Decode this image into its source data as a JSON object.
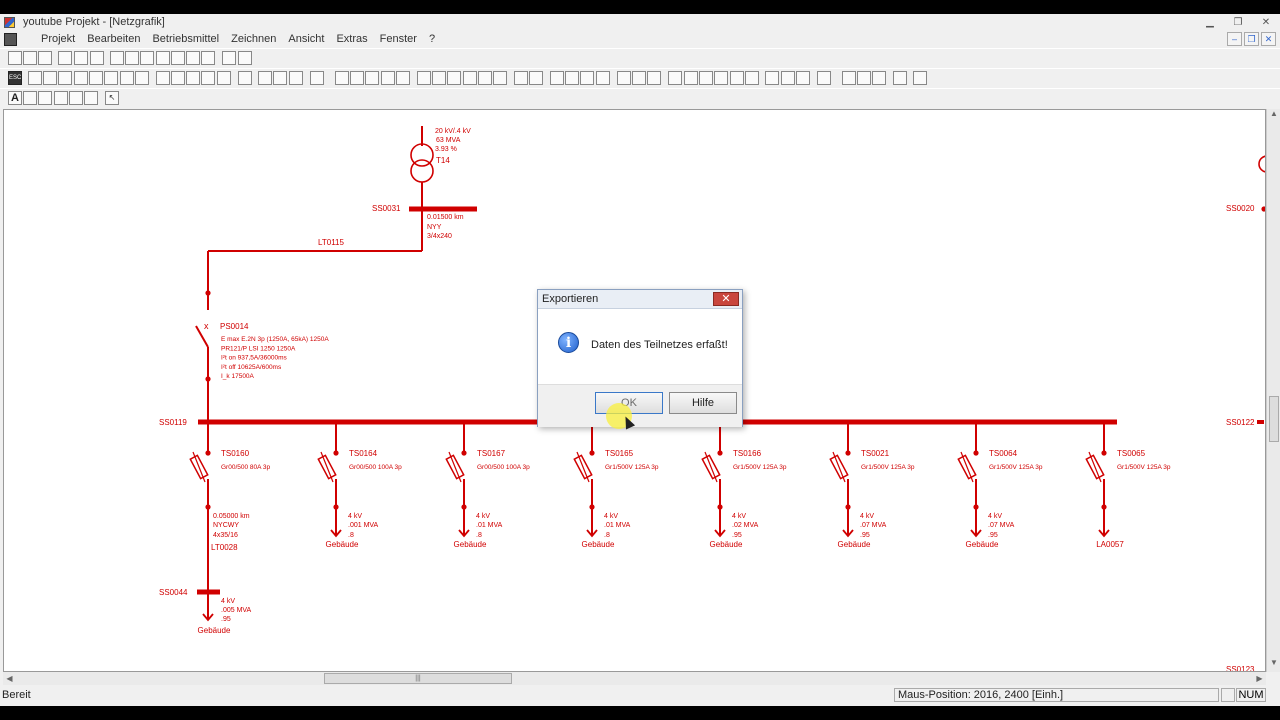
{
  "window": {
    "title": "youtube Projekt - [Netzgrafik]"
  },
  "menu": [
    "Projekt",
    "Bearbeiten",
    "Betriebsmittel",
    "Zeichnen",
    "Ansicht",
    "Extras",
    "Fenster",
    "?"
  ],
  "toolbar_icons": [
    "new-icon",
    "open-icon",
    "save-icon",
    "print-icon",
    "preview-icon",
    "zoom-in-icon",
    "zoom-out-icon",
    "zoom-fit-icon",
    "grid-icon",
    "export-icon",
    "help-icon"
  ],
  "diagram": {
    "transformer": {
      "rating": "20 kV/.4 kV",
      "power": "63 MVA",
      "uk": "3.93 %",
      "name": "T14"
    },
    "busbars": {
      "top": "SS0031",
      "main": "SS0119",
      "bottom": "SS0044",
      "right_top": "SS0020",
      "right_mid": "SS0122",
      "right_bottom": "SS0123"
    },
    "cable_top": {
      "name": "LT0115",
      "length": "0.01500 km",
      "type": "NYY",
      "section": "3/4x240"
    },
    "breaker": {
      "name": "PS0014",
      "lines": [
        "E max E.2N 3p (1250A, 65kA)   1250A",
        "PR121/P LSI 1250   1250A",
        "I²t on  937,5A/36000ms",
        "I²t off  10625A/600ms",
        "I_k  17500A"
      ]
    },
    "cable_bottom": {
      "name": "LT0028",
      "length": "0.05000 km",
      "type": "NYCWY",
      "section": "4x35/16"
    },
    "bottom_load": {
      "voltage": "4 kV",
      "power": ".005 MVA",
      "pf": ".95",
      "label": "Gebäude"
    },
    "feeders": [
      {
        "name": "TS0160",
        "fuse": "Gr00/500 80A  3p",
        "voltage": "",
        "power": "",
        "pf": "",
        "label": ""
      },
      {
        "name": "TS0164",
        "fuse": "Gr00/500 100A  3p",
        "voltage": "4 kV",
        "power": ".001 MVA",
        "pf": ".8",
        "label": "Gebäude"
      },
      {
        "name": "TS0167",
        "fuse": "Gr00/500 100A  3p",
        "voltage": "4 kV",
        "power": ".01 MVA",
        "pf": ".8",
        "label": "Gebäude"
      },
      {
        "name": "TS0165",
        "fuse": "Gr1/500V 125A  3p",
        "voltage": "4 kV",
        "power": ".01 MVA",
        "pf": ".8",
        "label": "Gebäude"
      },
      {
        "name": "TS0166",
        "fuse": "Gr1/500V 125A  3p",
        "voltage": "4 kV",
        "power": ".02 MVA",
        "pf": ".95",
        "label": "Gebäude"
      },
      {
        "name": "TS0021",
        "fuse": "Gr1/500V 125A  3p",
        "voltage": "4 kV",
        "power": ".07 MVA",
        "pf": ".95",
        "label": "Gebäude"
      },
      {
        "name": "TS0064",
        "fuse": "Gr1/500V 125A  3p",
        "voltage": "4 kV",
        "power": ".07 MVA",
        "pf": ".95",
        "label": "Gebäude"
      },
      {
        "name": "TS0065",
        "fuse": "Gr1/500V 125A  3p",
        "voltage": "",
        "power": "",
        "pf": "",
        "label": "LA0057"
      }
    ]
  },
  "dialog": {
    "title": "Exportieren",
    "message": "Daten des Teilnetzes erfaßt!",
    "ok": "OK",
    "help": "Hilfe",
    "close": "✕"
  },
  "status": {
    "text": "Bereit",
    "mouse_position": "Maus-Position: 2016, 2400 [Einh.]",
    "num": "NUM"
  },
  "colors": {
    "network": "#d00000",
    "dialog_close": "#c9463d"
  }
}
